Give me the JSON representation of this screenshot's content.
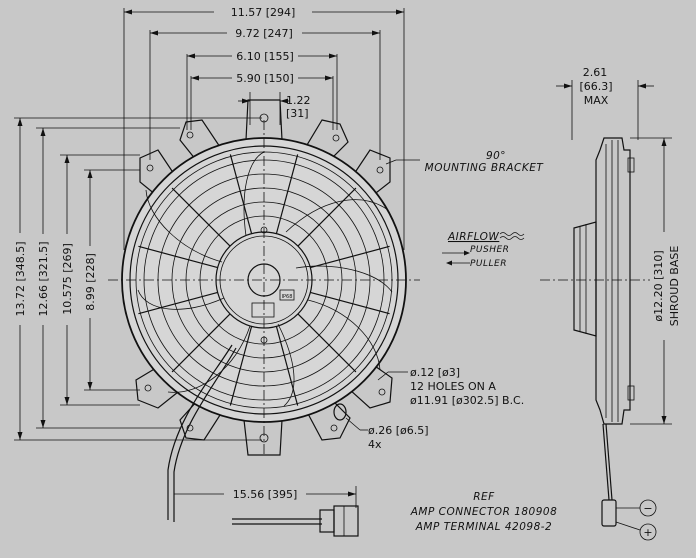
{
  "drawing": {
    "background": "#c8c8c8",
    "line_color": "#111111"
  },
  "dims_top": {
    "d1": "11.57 [294]",
    "d2": "9.72 [247]",
    "d3": "6.10 [155]",
    "d4": "5.90 [150]",
    "d5a": "1.22",
    "d5b": "[31]"
  },
  "dims_left": {
    "v1": "13.72 [348.5]",
    "v2": "12.66 [321.5]",
    "v3": "10.575 [269]",
    "v4": "8.99 [228]"
  },
  "side_view": {
    "depth_a": "2.61",
    "depth_b": "[66.3]",
    "depth_c": "MAX",
    "shroud_dia": "ø12.20 [310]",
    "shroud_label": "SHROUD BASE"
  },
  "notes": {
    "bracket_a": "90°",
    "bracket_b": "MOUNTING BRACKET",
    "airflow": "AIRFLOW",
    "pusher": "PUSHER",
    "puller": "PULLER",
    "holes_a": "ø.12 [ø3]",
    "holes_b": "12 HOLES ON A",
    "holes_c": "ø11.91 [ø302.5] B.C.",
    "slot_a": "ø.26 [ø6.5]",
    "slot_b": "4x",
    "wire_len": "15.56 [395]",
    "ref": "REF",
    "amp_conn": "AMP CONNECTOR 180908",
    "amp_term": "AMP TERMINAL 42098-2",
    "minus": "−",
    "plus": "+",
    "ip_label": "IP68"
  }
}
